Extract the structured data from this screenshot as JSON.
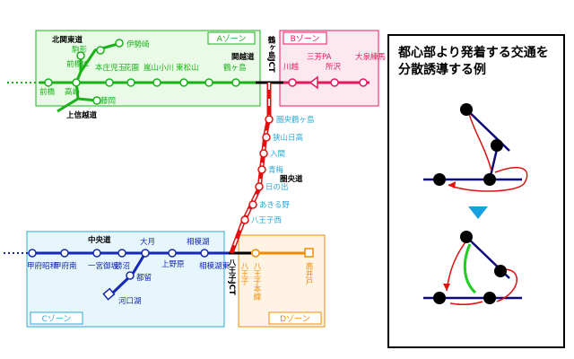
{
  "zones": {
    "a": "Aゾーン",
    "b": "Bゾーン",
    "c": "Cゾーン",
    "d": "Dゾーン"
  },
  "expressways": {
    "kan_etsu": "関越道",
    "kita_kanto": "北関東道",
    "joshin": "上信越道",
    "ken_o": "圏央道",
    "chuo": "中央道"
  },
  "jct": {
    "tsurugashima": "鶴ヶ島JCT",
    "hachioji": "八王子JCT"
  },
  "stations": {
    "a": {
      "komagata": "駒形",
      "isesaki": "伊勢崎",
      "maebashi_ic": "前橋IC",
      "maebashi": "前橋",
      "takasaki": "高崎",
      "fujioka": "藤岡",
      "honjo_kodama": "本庄児玉",
      "hanazono": "花園",
      "arashiyama_ogawa": "嵐山小川",
      "higashi_matsuyama": "東松山",
      "tsurugashima": "鶴ヶ島"
    },
    "b": {
      "kawagoe": "川越",
      "miyoshi_pa": "三芳PA",
      "tokorozawa": "所沢",
      "oizumi_nerima": "大泉練馬"
    },
    "ken_o": {
      "kenou_tsurugashima": "圏央鶴ヶ島",
      "sayama_hidaka": "狭山日高",
      "iruma": "入間",
      "ome": "青梅",
      "hinode": "日の出",
      "akiruno": "あきる野",
      "hachioji_nishi": "八王子西"
    },
    "c": {
      "kofu_showa": "甲府昭和",
      "kofu_minami": "甲府南",
      "ichinomiya_misaka": "一宮御坂",
      "katsunuma": "勝沼",
      "otsuki": "大月",
      "tsuru": "都留",
      "kawaguchiko": "河口湖",
      "uenohara": "上野原",
      "sagamiko": "相模湖",
      "sagamiko_higashi": "相模湖東"
    },
    "d": {
      "hachioji": "八王子",
      "hachioji_motohongo": "八王子本線",
      "takaido": "高井戸"
    }
  },
  "panel": {
    "title": "都心部より発着する交通を分散誘導する例"
  },
  "colors": {
    "zone_a": "#19b219",
    "zone_b": "#e8195a",
    "zone_c": "#2aa8d8",
    "zone_d": "#f08c00",
    "c_line": "#1428b4",
    "ken_o_line": "#e01010",
    "jct_line": "#000000",
    "panel_line": "#0a0a7a",
    "panel_arrow": "#e01010",
    "panel_green": "#22cc22",
    "panel_triangle": "#19a0e0"
  }
}
